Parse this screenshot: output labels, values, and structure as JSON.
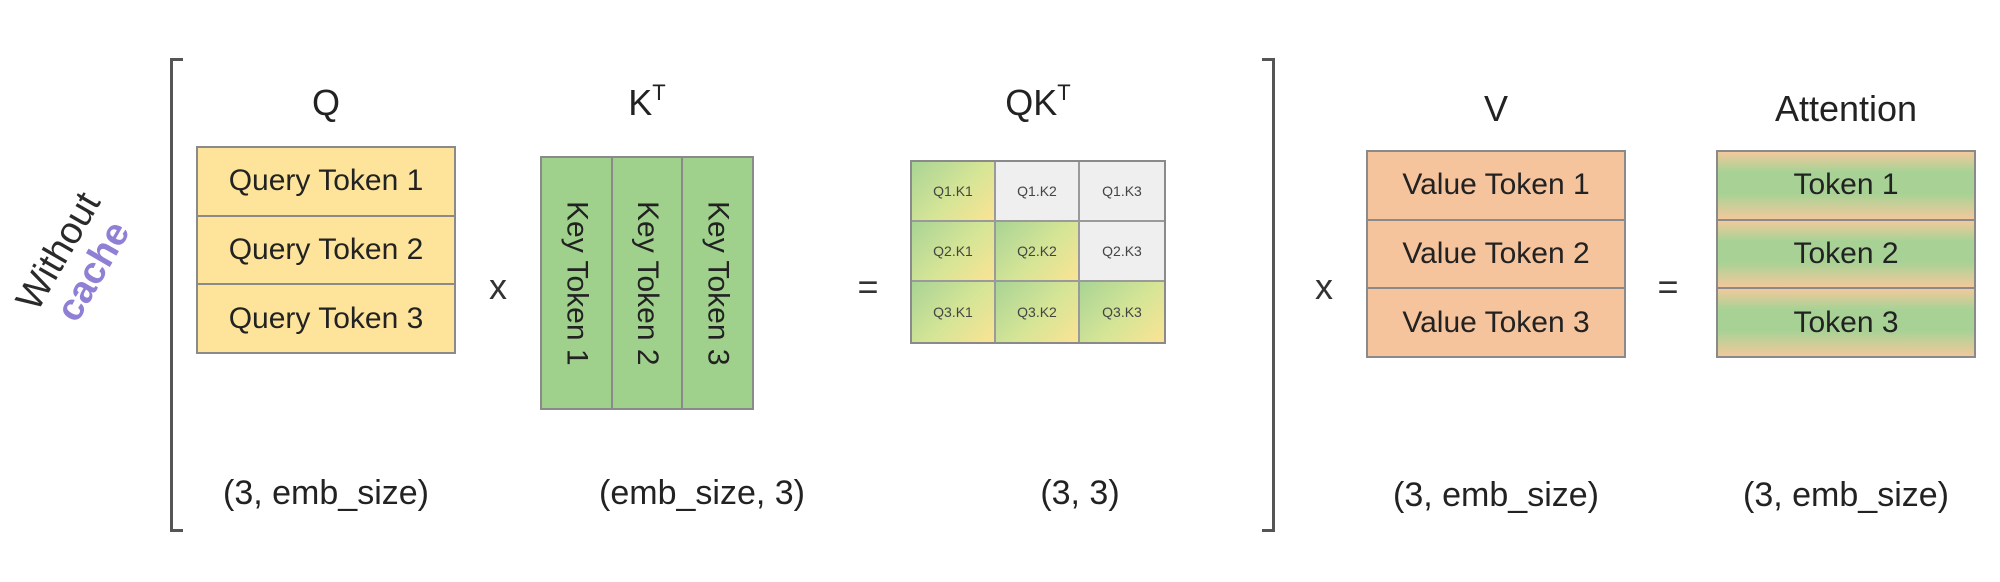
{
  "side_label": {
    "line1": "Without",
    "line2": "cache"
  },
  "operators": {
    "times1": "x",
    "equals1": "=",
    "times2": "x",
    "equals2": "="
  },
  "q": {
    "title": "Q",
    "rows": [
      "Query Token 1",
      "Query Token 2",
      "Query Token 3"
    ],
    "dims": "(3, emb_size)"
  },
  "kt": {
    "title": "K",
    "title_sup": "T",
    "cols": [
      "Key Token 1",
      "Key Token 2",
      "Key Token 3"
    ],
    "dims": "(emb_size, 3)"
  },
  "qkt": {
    "title": "QK",
    "title_sup": "T",
    "cells": [
      [
        "Q1.K1",
        "Q1.K2",
        "Q1.K3"
      ],
      [
        "Q2.K1",
        "Q2.K2",
        "Q2.K3"
      ],
      [
        "Q3.K1",
        "Q3.K2",
        "Q3.K3"
      ]
    ],
    "dims": "(3, 3)"
  },
  "v": {
    "title": "V",
    "rows": [
      "Value Token 1",
      "Value Token 2",
      "Value Token 3"
    ],
    "dims": "(3, emb_size)"
  },
  "attention": {
    "title": "Attention",
    "rows": [
      "Token 1",
      "Token 2",
      "Token 3"
    ],
    "dims": "(3, emb_size)"
  },
  "colors": {
    "query": "#fde49a",
    "key": "#9fd18d",
    "value": "#f5c39c",
    "masked_cell": "#efefef",
    "cache_accent": "#8f80d6"
  }
}
